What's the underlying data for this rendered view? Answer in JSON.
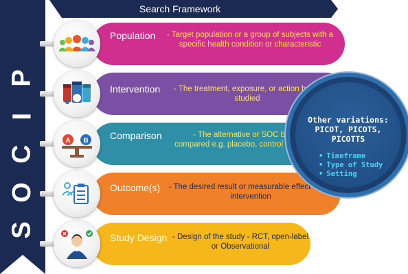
{
  "header": {
    "title": "Search Framework"
  },
  "sidebar": {
    "word": "PICOS",
    "letters": [
      "P",
      "I",
      "C",
      "O",
      "S"
    ]
  },
  "rows": [
    {
      "title": "Population",
      "description": "- Target population or a group of subjects with a specific health condition or characteristic",
      "icon": "people-group-icon",
      "color": "#d12f8f"
    },
    {
      "title": "Intervention",
      "description": "- The treatment, exposure, or action being studied",
      "icon": "medication-bottles-icon",
      "color": "#7b4fa4"
    },
    {
      "title": "Comparison",
      "description": "- The alternative or SOC being compared e.g. placebo, control treatment",
      "icon": "balance-scale-icon",
      "color": "#2e8fa7"
    },
    {
      "title": "Outcome(s)",
      "description": "- The desired result or measurable effect of the intervention",
      "icon": "clipboard-checklist-icon",
      "color": "#f08029"
    },
    {
      "title": "Study Design",
      "description": "- Design of the study - RCT, open-label or Observational",
      "icon": "researcher-icon",
      "color": "#f5b71a"
    }
  ],
  "variations": {
    "heading": "Other variations: PICOT, PICOTS, PICOTTS",
    "heading_lines": [
      "Other variations:",
      "PICOT, PICOTS,",
      "PICOTTS"
    ],
    "items": [
      "Timeframe",
      "Type of Study",
      "Setting"
    ]
  },
  "colors": {
    "navy": "#1b2a52",
    "population": "#d12f8f",
    "intervention": "#7b4fa4",
    "comparison": "#2e8fa7",
    "outcome": "#f08029",
    "study_design": "#f5b71a",
    "description_text_yellow": "#ffe14a",
    "description_text_navy": "#1b2a52",
    "badge_list_text": "#4fd3f3"
  }
}
